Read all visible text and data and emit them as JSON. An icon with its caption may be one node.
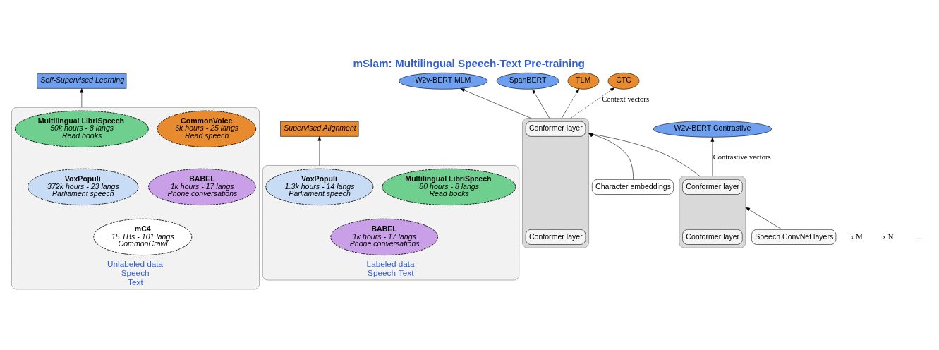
{
  "diagram": {
    "title": "mSlam: Multilingual Speech-Text Pre-training",
    "nodes": [
      {
        "text": [
          "Unlabeled data",
          "Speech",
          "Text"
        ]
      },
      {
        "text": [
          "Multilingual LibriSpeech",
          "50k hours - 8 langs",
          "Read books"
        ],
        "in": 0
      },
      {
        "text": [
          "CommonVoice",
          "6k hours - 25 langs",
          "Read speech"
        ],
        "in": 0
      },
      {
        "text": [
          "VoxPopuli",
          "372k hours - 23 langs",
          "Parliament speech"
        ],
        "in": 0
      },
      {
        "text": [
          "BABEL",
          "1k hours - 17 langs",
          "Phone conversations"
        ],
        "in": 0
      },
      {
        "text": [
          "mC4",
          "15 TBs - 101 langs",
          "CommonCrawl"
        ],
        "in": 0
      },
      {
        "text": [
          "Self-Supervised Learning"
        ]
      },
      {
        "text": [
          "Supervised Alignment"
        ]
      },
      {
        "text": [
          "W2v-BERT MLM"
        ]
      },
      {
        "text": [
          "SpanBERT"
        ]
      },
      {
        "text": [
          "TLM"
        ]
      },
      {
        "text": [
          "CTC"
        ]
      },
      {
        "text": [],
        "shape": "box"
      },
      {
        "text": [
          "Conformer layer"
        ],
        "in": 12
      },
      {
        "text": [
          "Conformer layer"
        ],
        "in": 12
      },
      {
        "text": [
          "W2v-BERT Contrastive"
        ]
      },
      {
        "text": [
          "Character embeddings"
        ]
      },
      {
        "text": [],
        "shape": "box"
      },
      {
        "text": [
          "Conformer layer"
        ],
        "in": 17
      },
      {
        "text": [
          "Conformer layer"
        ],
        "in": 17
      },
      {
        "text": [
          "Speech ConvNet layers"
        ]
      },
      {
        "text": [
          "Labeled data",
          "Speech-Text"
        ]
      },
      {
        "text": [
          "VoxPopuli",
          "1.3k hours - 14 langs",
          "Parliament speech"
        ],
        "in": 21
      },
      {
        "text": [
          "Multilingual LibriSpeech",
          "80 hours - 8 langs",
          "Read books"
        ],
        "in": 21
      },
      {
        "text": [
          "BABEL",
          "1k hours - 17 langs",
          "Phone conversations"
        ],
        "in": 21
      }
    ],
    "edges": [
      {
        "from": 0,
        "to": 6,
        "arrow": "to"
      },
      {
        "from": 21,
        "to": 7,
        "arrow": "to"
      },
      {
        "from": 12,
        "to": 8,
        "arrow": "to"
      },
      {
        "from": 12,
        "to": 9,
        "arrow": "to"
      },
      {
        "from": 12,
        "to": 10,
        "arrow": "to",
        "style": "dashed"
      },
      {
        "from": 12,
        "to": 11,
        "arrow": "to",
        "style": "dashed",
        "label": "Context vectors"
      },
      {
        "from": 16,
        "to": 12,
        "arrow": "to"
      },
      {
        "from": 17,
        "to": 12,
        "arrow": "to"
      },
      {
        "from": 17,
        "to": 15,
        "arrow": "to",
        "label": "Contrastive vectors"
      },
      {
        "from": 20,
        "to": 17,
        "arrow": "to"
      }
    ],
    "labels": [
      "x M",
      "x N",
      "..."
    ]
  }
}
